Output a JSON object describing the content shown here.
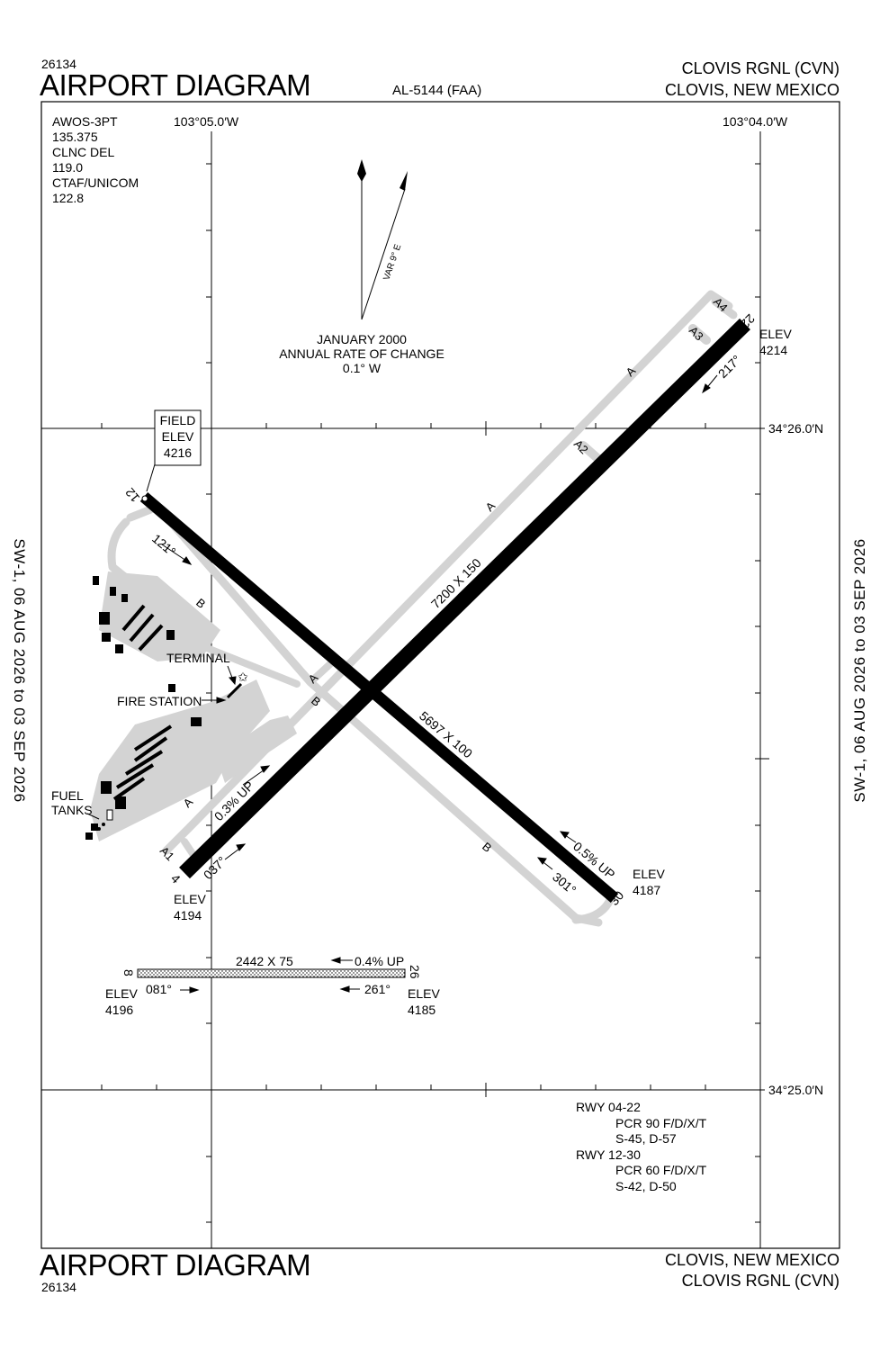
{
  "header": {
    "chart_number": "26134",
    "title": "AIRPORT DIAGRAM",
    "procedure_id": "AL-5144 (FAA)",
    "airport": "CLOVIS RGNL (CVN)",
    "city": "CLOVIS, NEW MEXICO"
  },
  "footer": {
    "title": "AIRPORT DIAGRAM",
    "chart_number": "26134",
    "city": "CLOVIS, NEW MEXICO",
    "airport": "CLOVIS RGNL (CVN)"
  },
  "side_note": "SW-1,  06 AUG 2026  to  03 SEP 2026",
  "comms": [
    "AWOS-3PT",
    "135.375",
    "CLNC DEL",
    "119.0",
    "CTAF/UNICOM",
    "122.8"
  ],
  "coords": {
    "lon_west": "103°05.0′W",
    "lon_east": "103°04.0′W",
    "lat_top": "34°26.0′N",
    "lat_bottom": "34°25.0′N"
  },
  "magvar": {
    "label": "VAR 9° E",
    "date": "JANUARY 2000",
    "rate_label": "ANNUAL RATE OF CHANGE",
    "rate": "0.1° W"
  },
  "field_elev": {
    "label1": "FIELD",
    "label2": "ELEV",
    "value": "4216"
  },
  "runways": {
    "r0422": {
      "dims": "7200 X 150",
      "end_a": "4",
      "end_b": "22",
      "hdg_a": "037°",
      "hdg_b": "217°",
      "slope": "0.3% UP",
      "elev_a_label": "ELEV",
      "elev_a": "4194",
      "elev_b_label": "ELEV",
      "elev_b": "4214"
    },
    "r1230": {
      "dims": "5697 X 100",
      "end_a": "12",
      "end_b": "30",
      "hdg_a": "121°",
      "hdg_b": "301°",
      "slope": "0.5% UP",
      "elev_b_label": "ELEV",
      "elev_b": "4187"
    },
    "r0826": {
      "dims": "2442 X 75",
      "end_a": "8",
      "end_b": "26",
      "hdg_a": "081°",
      "hdg_b": "261°",
      "slope": "0.4% UP",
      "elev_a_label": "ELEV",
      "elev_a": "4196",
      "elev_b_label": "ELEV",
      "elev_b": "4185"
    }
  },
  "taxiways": {
    "a": "A",
    "a1": "A1",
    "a2": "A2",
    "a3": "A3",
    "a4": "A4",
    "b": "B"
  },
  "facilities": {
    "terminal": "TERMINAL",
    "fire_station": "FIRE STATION",
    "fuel1": "FUEL",
    "fuel2": "TANKS"
  },
  "pcr": [
    {
      "rwy": "RWY 04-22",
      "pcr": "PCR 90 F/D/X/T",
      "sd": "S-45, D-57"
    },
    {
      "rwy": "RWY 12-30",
      "pcr": "PCR 60 F/D/X/T",
      "sd": "S-42, D-50"
    }
  ]
}
